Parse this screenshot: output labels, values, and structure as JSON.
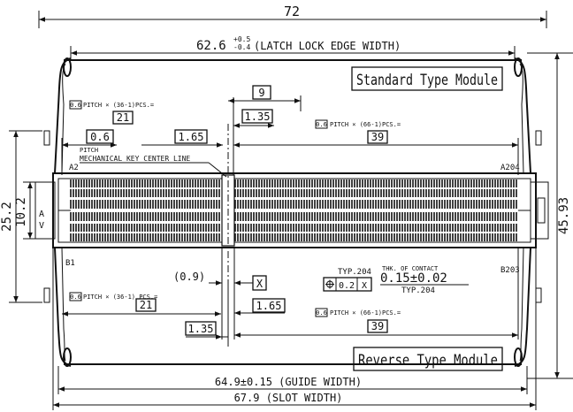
{
  "dimensions": {
    "overall_length": "72",
    "latch_lock_width": "62.6",
    "latch_lock_tol_plus": "+0.5",
    "latch_lock_tol_minus": "-0.4",
    "latch_lock_label": "(LATCH LOCK EDGE WIDTH)",
    "key_offset": "9",
    "key_width_top": "1.35",
    "pitch_top_left": "0.6",
    "key_gap_top": "1.65",
    "pitch_count_left_top": "21",
    "pitch_count_right_top": "39",
    "height_outer": "25.2",
    "height_inner": "10.2",
    "height_overall": "45.93",
    "key_clearance": "(0.9)",
    "datum_x": "X",
    "key_gap_bottom": "1.65",
    "key_width_bottom": "1.35",
    "pitch_count_left_bottom": "21",
    "pitch_count_right_bottom": "39",
    "guide_width": "64.9±0.15 (GUIDE WIDTH)",
    "slot_width": "67.9 (SLOT WIDTH)"
  },
  "notes": {
    "pitch_36_top": "PITCH × (36-1)PCS.=",
    "pitch_66_top": "PITCH × (66-1)PCS.=",
    "pitch_36_bottom": "PITCH × (36-1) PCS.=",
    "pitch_66_bottom": "PITCH × (66-1)PCS.=",
    "pitch_box": "0.6",
    "pitch_word": "PITCH",
    "mech_key": "MECHANICAL KEY CENTER LINE",
    "typ204": "TYP.204",
    "position_tol": "0.2",
    "position_datum": "X",
    "contact_thk_label": "THK. OF CONTACT",
    "contact_thk": "0.15±0.02",
    "contact_typ": "TYP.204"
  },
  "pins": {
    "a2": "A2",
    "a204": "A204",
    "b1": "B1",
    "b203": "B203",
    "side_a": "A",
    "side_v": "V"
  },
  "modules": {
    "standard": "Standard Type Module",
    "reverse": "Reverse Type Module"
  },
  "colors": {
    "ink": "#111111",
    "paper": "#ffffff"
  }
}
